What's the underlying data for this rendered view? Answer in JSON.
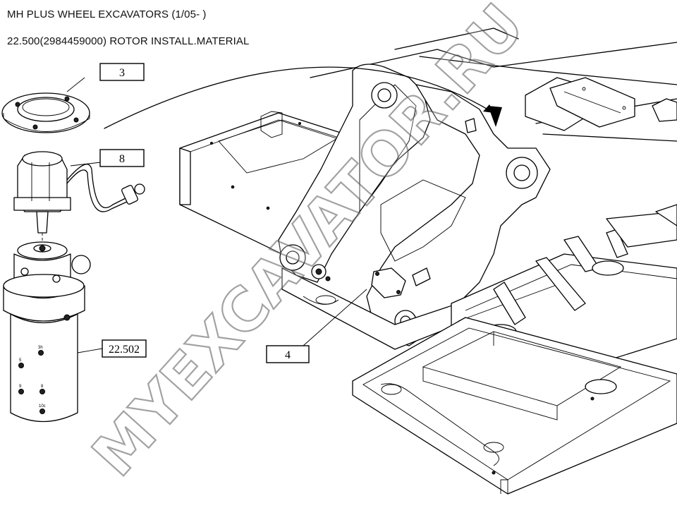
{
  "header": {
    "title": "MH PLUS WHEEL EXCAVATORS (1/05- )",
    "subtitle": "22.500(2984459000) ROTOR INSTALL.MATERIAL"
  },
  "callouts": [
    {
      "id": "3",
      "label": "3"
    },
    {
      "id": "8",
      "label": "8"
    },
    {
      "id": "22502",
      "label": "22.502"
    },
    {
      "id": "4",
      "label": "4"
    }
  ],
  "rotor_marks": [
    "3h",
    "5",
    "9",
    "8",
    "10c"
  ],
  "watermark": "MYEXCAVATOR.RU"
}
